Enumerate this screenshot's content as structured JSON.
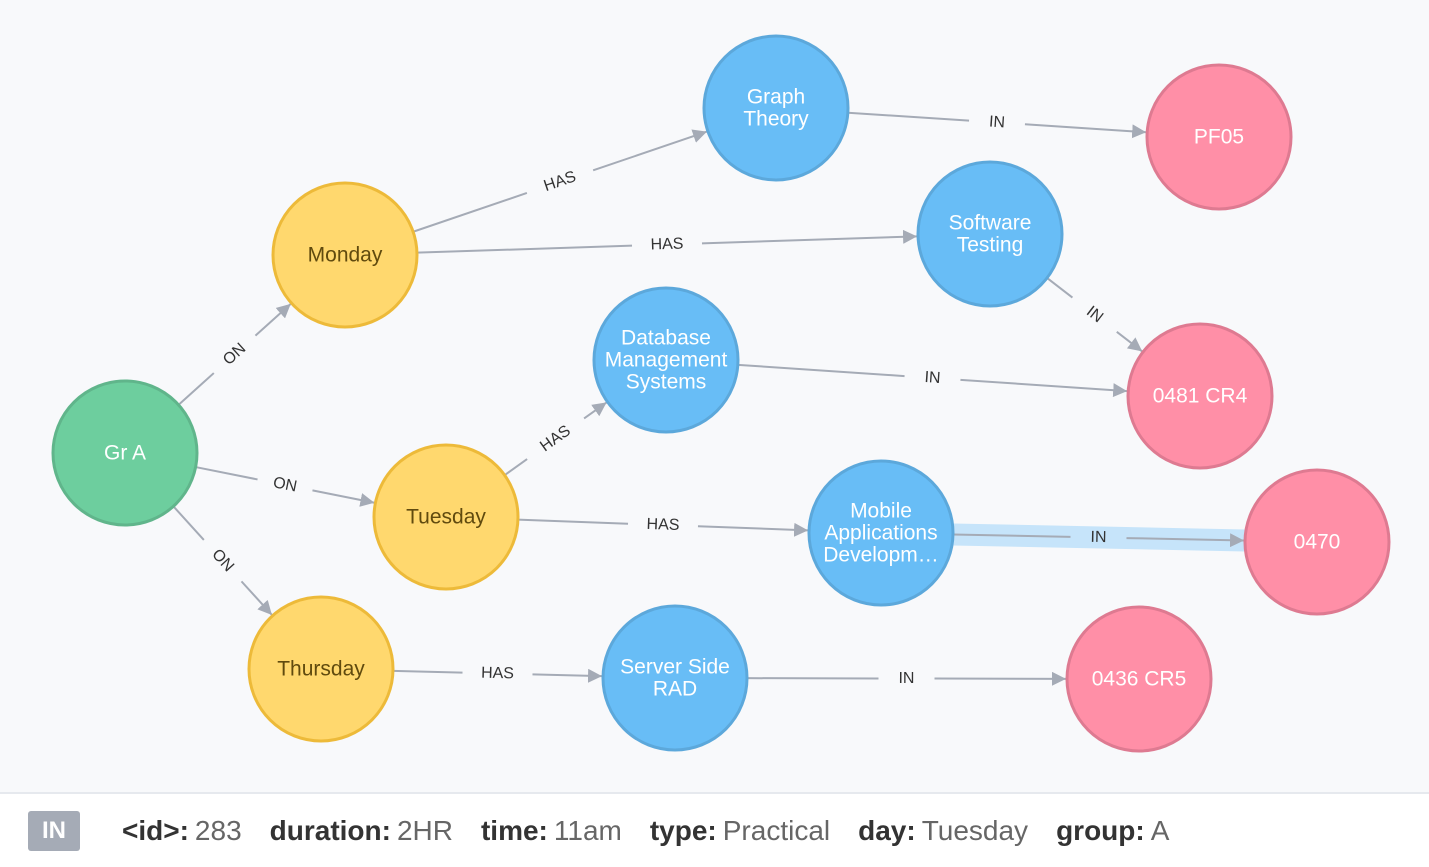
{
  "graph": {
    "nodes": [
      {
        "id": "gra",
        "label": [
          "Gr A"
        ],
        "category": "group"
      },
      {
        "id": "monday",
        "label": [
          "Monday"
        ],
        "category": "day"
      },
      {
        "id": "tuesday",
        "label": [
          "Tuesday"
        ],
        "category": "day"
      },
      {
        "id": "thursday",
        "label": [
          "Thursday"
        ],
        "category": "day"
      },
      {
        "id": "graph-theory",
        "label": [
          "Graph",
          "Theory"
        ],
        "category": "subject"
      },
      {
        "id": "software-testing",
        "label": [
          "Software",
          "Testing"
        ],
        "category": "subject"
      },
      {
        "id": "dbms",
        "label": [
          "Database",
          "Management",
          "Systems"
        ],
        "category": "subject"
      },
      {
        "id": "mobile-apps",
        "label": [
          "Mobile",
          "Applications",
          "Developm…"
        ],
        "category": "subject"
      },
      {
        "id": "server-side",
        "label": [
          "Server Side",
          "RAD"
        ],
        "category": "subject"
      },
      {
        "id": "pf05",
        "label": [
          "PF05"
        ],
        "category": "room"
      },
      {
        "id": "0481-cr4",
        "label": [
          "0481 CR4"
        ],
        "category": "room"
      },
      {
        "id": "0470",
        "label": [
          "0470"
        ],
        "category": "room"
      },
      {
        "id": "0436-cr5",
        "label": [
          "0436 CR5"
        ],
        "category": "room"
      }
    ],
    "edges": [
      {
        "from": "gra",
        "to": "monday",
        "label": "ON"
      },
      {
        "from": "gra",
        "to": "tuesday",
        "label": "ON"
      },
      {
        "from": "gra",
        "to": "thursday",
        "label": "ON"
      },
      {
        "from": "monday",
        "to": "graph-theory",
        "label": "HAS"
      },
      {
        "from": "monday",
        "to": "software-testing",
        "label": "HAS"
      },
      {
        "from": "tuesday",
        "to": "dbms",
        "label": "HAS"
      },
      {
        "from": "tuesday",
        "to": "mobile-apps",
        "label": "HAS"
      },
      {
        "from": "thursday",
        "to": "server-side",
        "label": "HAS"
      },
      {
        "from": "graph-theory",
        "to": "pf05",
        "label": "IN"
      },
      {
        "from": "software-testing",
        "to": "0481-cr4",
        "label": "IN"
      },
      {
        "from": "dbms",
        "to": "0481-cr4",
        "label": "IN"
      },
      {
        "from": "mobile-apps",
        "to": "0470",
        "label": "IN",
        "selected": true
      },
      {
        "from": "server-side",
        "to": "0436-cr5",
        "label": "IN"
      }
    ]
  },
  "colors": {
    "group": {
      "fill": "#6dce9e",
      "stroke": "#60b58b",
      "text": "#ffffff"
    },
    "day": {
      "fill": "#ffd86e",
      "stroke": "#edba39",
      "text": "#604a0e"
    },
    "subject": {
      "fill": "#68bdf6",
      "stroke": "#5ca8db",
      "text": "#ffffff"
    },
    "room": {
      "fill": "#ff8fa7",
      "stroke": "#de7a91",
      "text": "#ffffff"
    },
    "edge": "#a5abb6",
    "selected_edge": "#c6e4fa"
  },
  "details": {
    "type_badge": "IN",
    "properties": [
      {
        "key": "<id>:",
        "value": "283"
      },
      {
        "key": "duration:",
        "value": "2HR"
      },
      {
        "key": "time:",
        "value": "11am"
      },
      {
        "key": "type:",
        "value": "Practical"
      },
      {
        "key": "day:",
        "value": "Tuesday"
      },
      {
        "key": "group:",
        "value": "A"
      }
    ]
  }
}
